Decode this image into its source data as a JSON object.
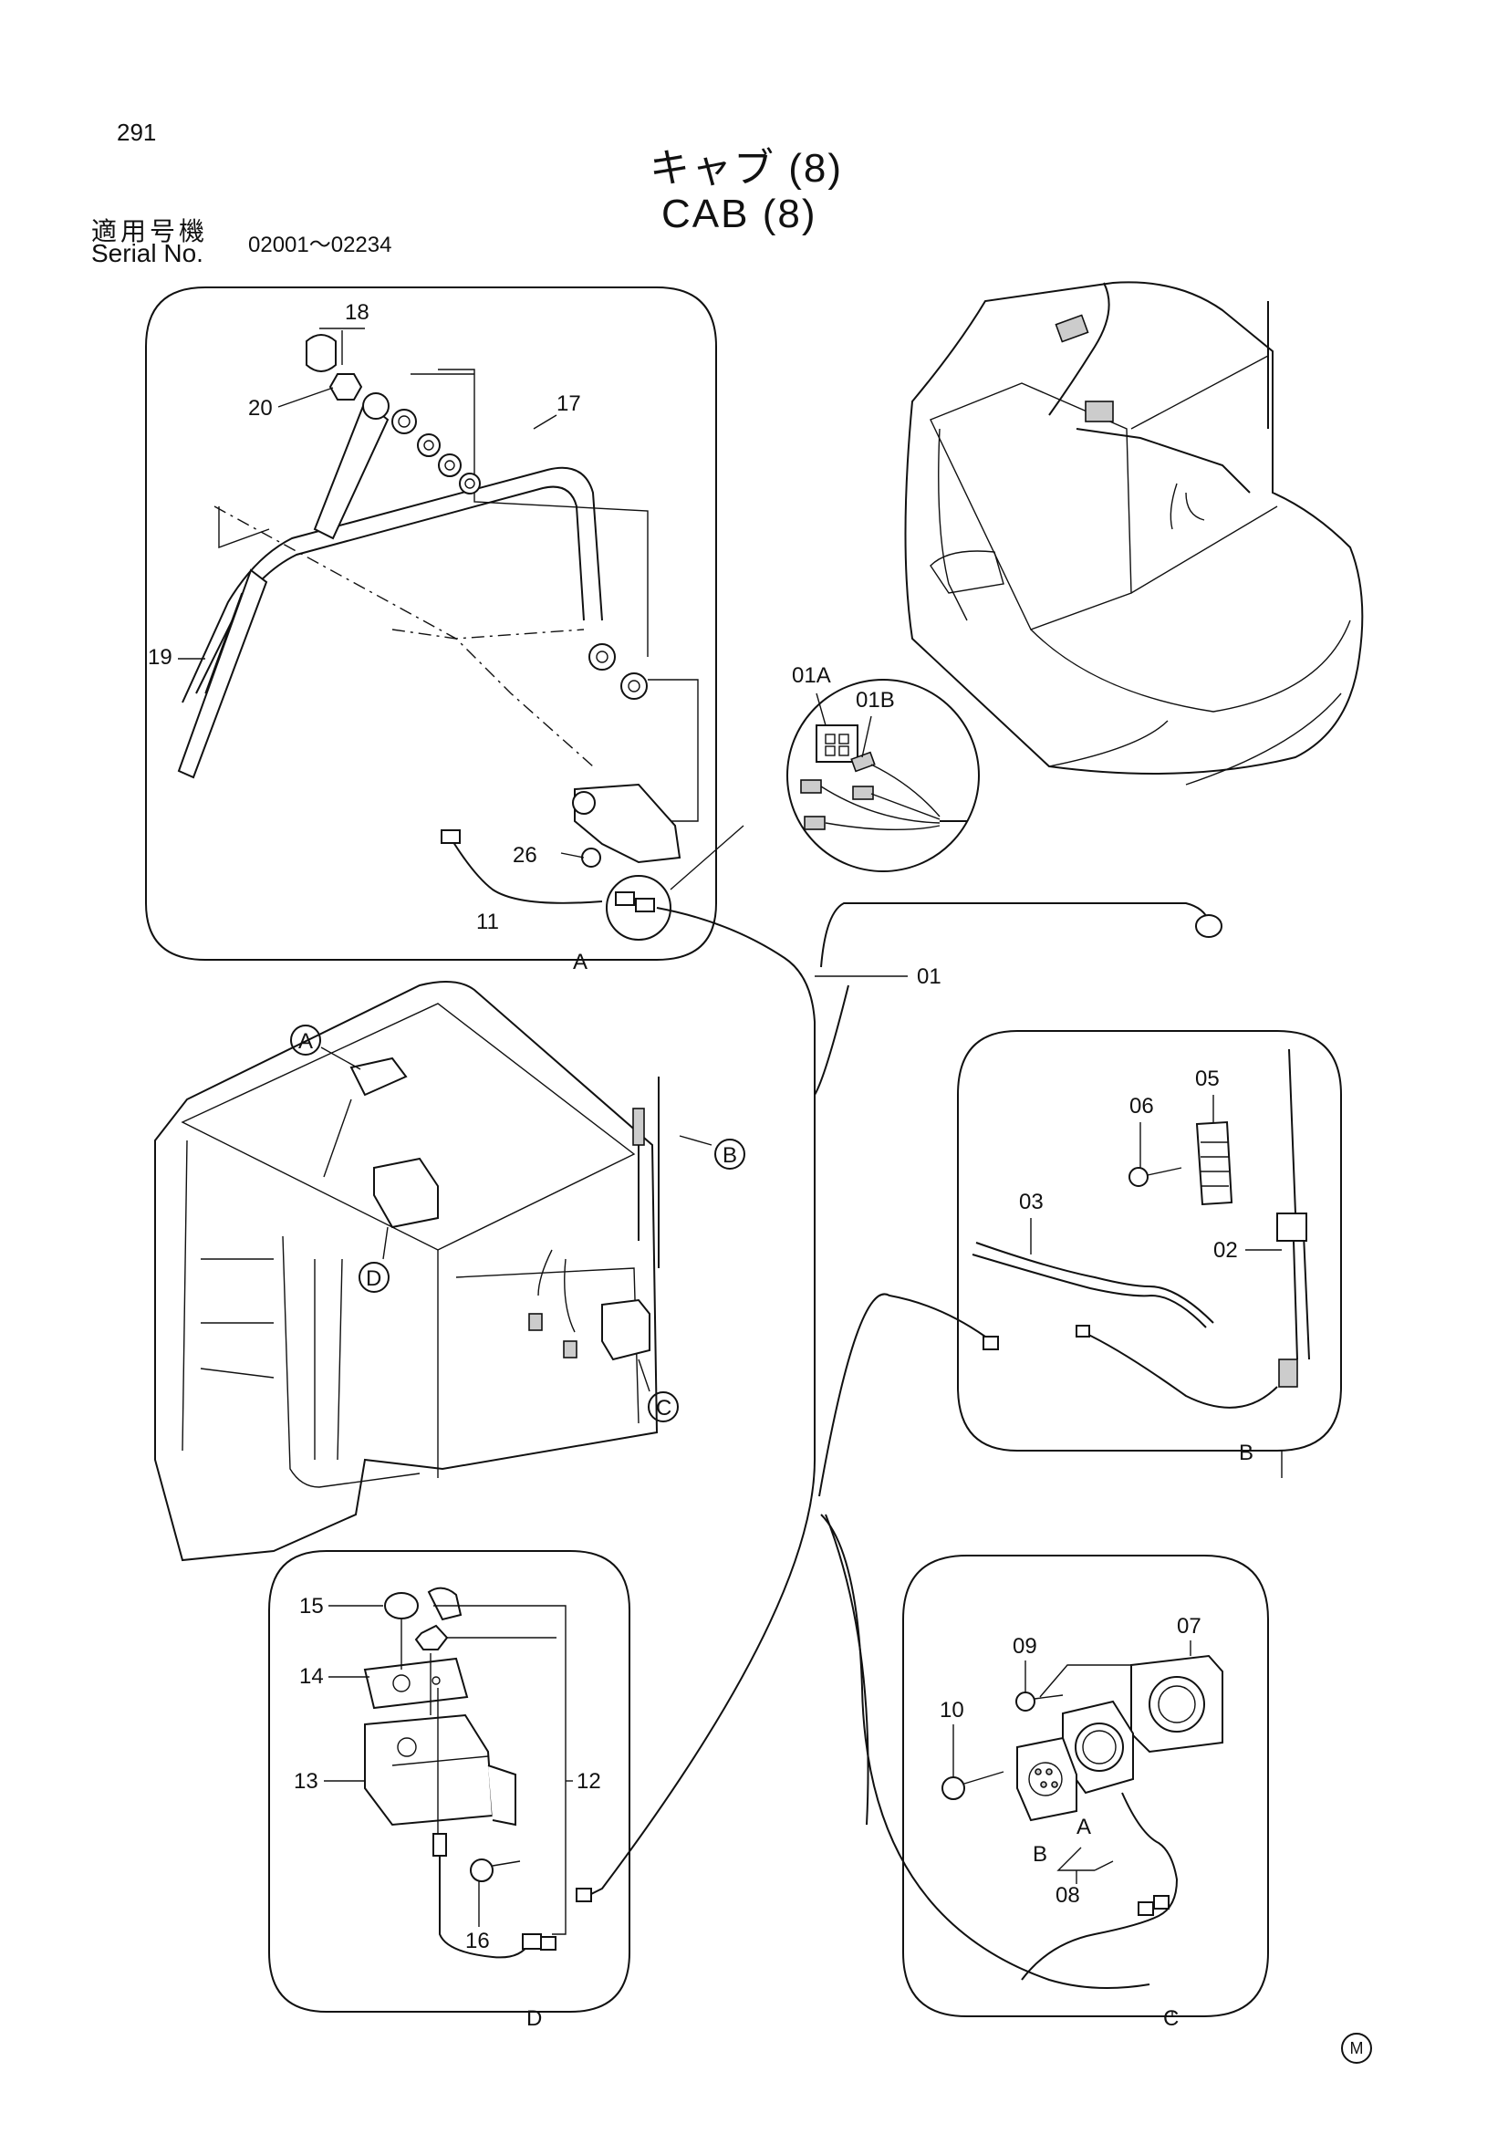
{
  "page_number": "291",
  "title_jp": "キャブ (8)",
  "title_en": "CAB (8)",
  "serial_label_jp": "適用号機",
  "serial_label_en": "Serial No.",
  "serial_range": "02001～02234",
  "mark": "M",
  "part_labels": {
    "p01": "01",
    "p01A": "01A",
    "p01B": "01B",
    "p02": "02",
    "p03": "03",
    "p05": "05",
    "p06": "06",
    "p07": "07",
    "p08": "08",
    "p09": "09",
    "p10": "10",
    "p11": "11",
    "p12": "12",
    "p13": "13",
    "p14": "14",
    "p15": "15",
    "p16": "16",
    "p17": "17",
    "p18": "18",
    "p19": "19",
    "p20": "20",
    "p26": "26"
  },
  "section_labels": {
    "a": "A",
    "b": "B",
    "c": "C",
    "d": "D"
  },
  "callouts": {
    "a": "A",
    "b": "B",
    "c": "C",
    "d": "D"
  },
  "sub_labels": {
    "a": "A",
    "b": "B"
  }
}
